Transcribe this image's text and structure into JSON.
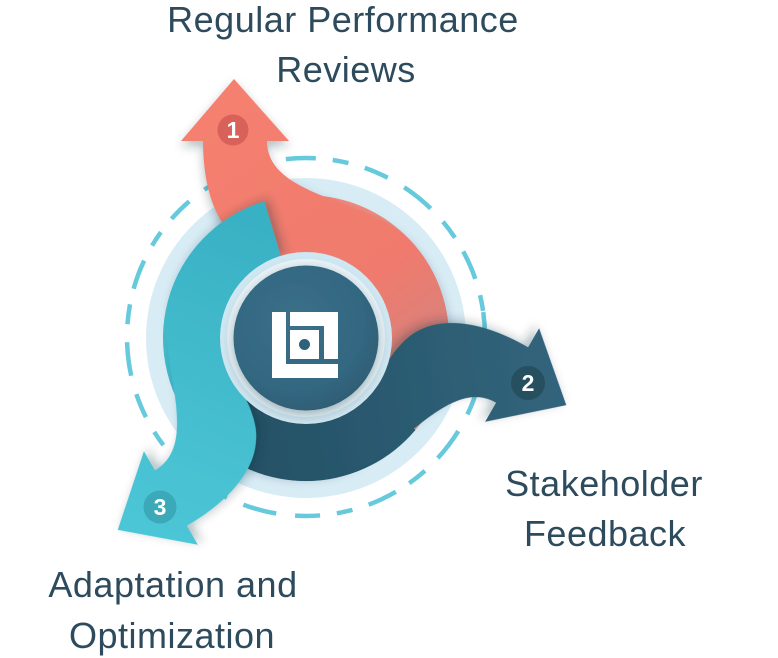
{
  "diagram": {
    "name": "continuous-improvement-cycle",
    "description": "Three-step circular arrow diagram around a central logo",
    "center": {
      "logo": "lucid-logo"
    },
    "steps": [
      {
        "number": "1",
        "label": "Regular Performance Reviews",
        "line1": "Regular Performance",
        "line2": "Reviews",
        "arrow_color": "#F3796B",
        "badge_color": "#D8625A"
      },
      {
        "number": "2",
        "label": "Stakeholder Feedback",
        "line1": "Stakeholder",
        "line2": "Feedback",
        "arrow_color": "#2E5F75",
        "badge_color": "#26505F"
      },
      {
        "number": "3",
        "label": "Adaptation and Optimization",
        "line1": "Adaptation and",
        "line2": "Optimization",
        "arrow_color": "#49C3D3",
        "badge_color": "#3BA9B8"
      }
    ],
    "colors": {
      "pale_ring": "#D8ECF6",
      "inner_rim": "#EAF5FA",
      "dashed_circle": "#55C4D8",
      "center_circle": "#2F6077",
      "label_text": "#2D4B5D",
      "logo": "#FFFFFF"
    }
  }
}
